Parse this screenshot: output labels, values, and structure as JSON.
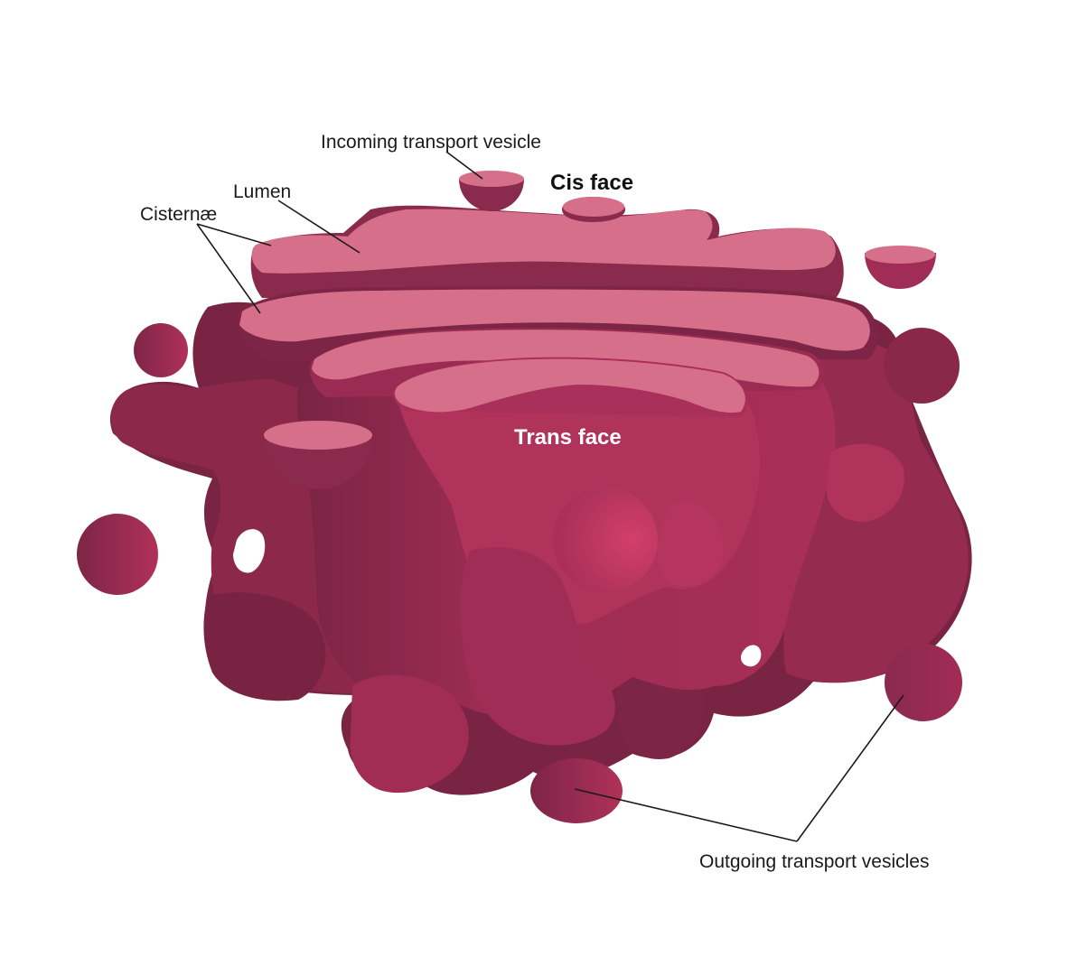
{
  "labels": {
    "incoming_vesicle": "Incoming transport vesicle",
    "cis_face": "Cis face",
    "lumen": "Lumen",
    "cisternae": "Cisternæ",
    "trans_face": "Trans face",
    "outgoing_vesicles": "Outgoing transport vesicles"
  },
  "colors": {
    "body_dark": "#7a2443",
    "body_mid": "#9c2c52",
    "body_main": "#ad3259",
    "body_bright": "#c23a65",
    "cisterna_top": "#d6708a",
    "cisterna_edge": "#8a2a4c",
    "leader_line": "#1a1a1a",
    "background": "#ffffff"
  }
}
